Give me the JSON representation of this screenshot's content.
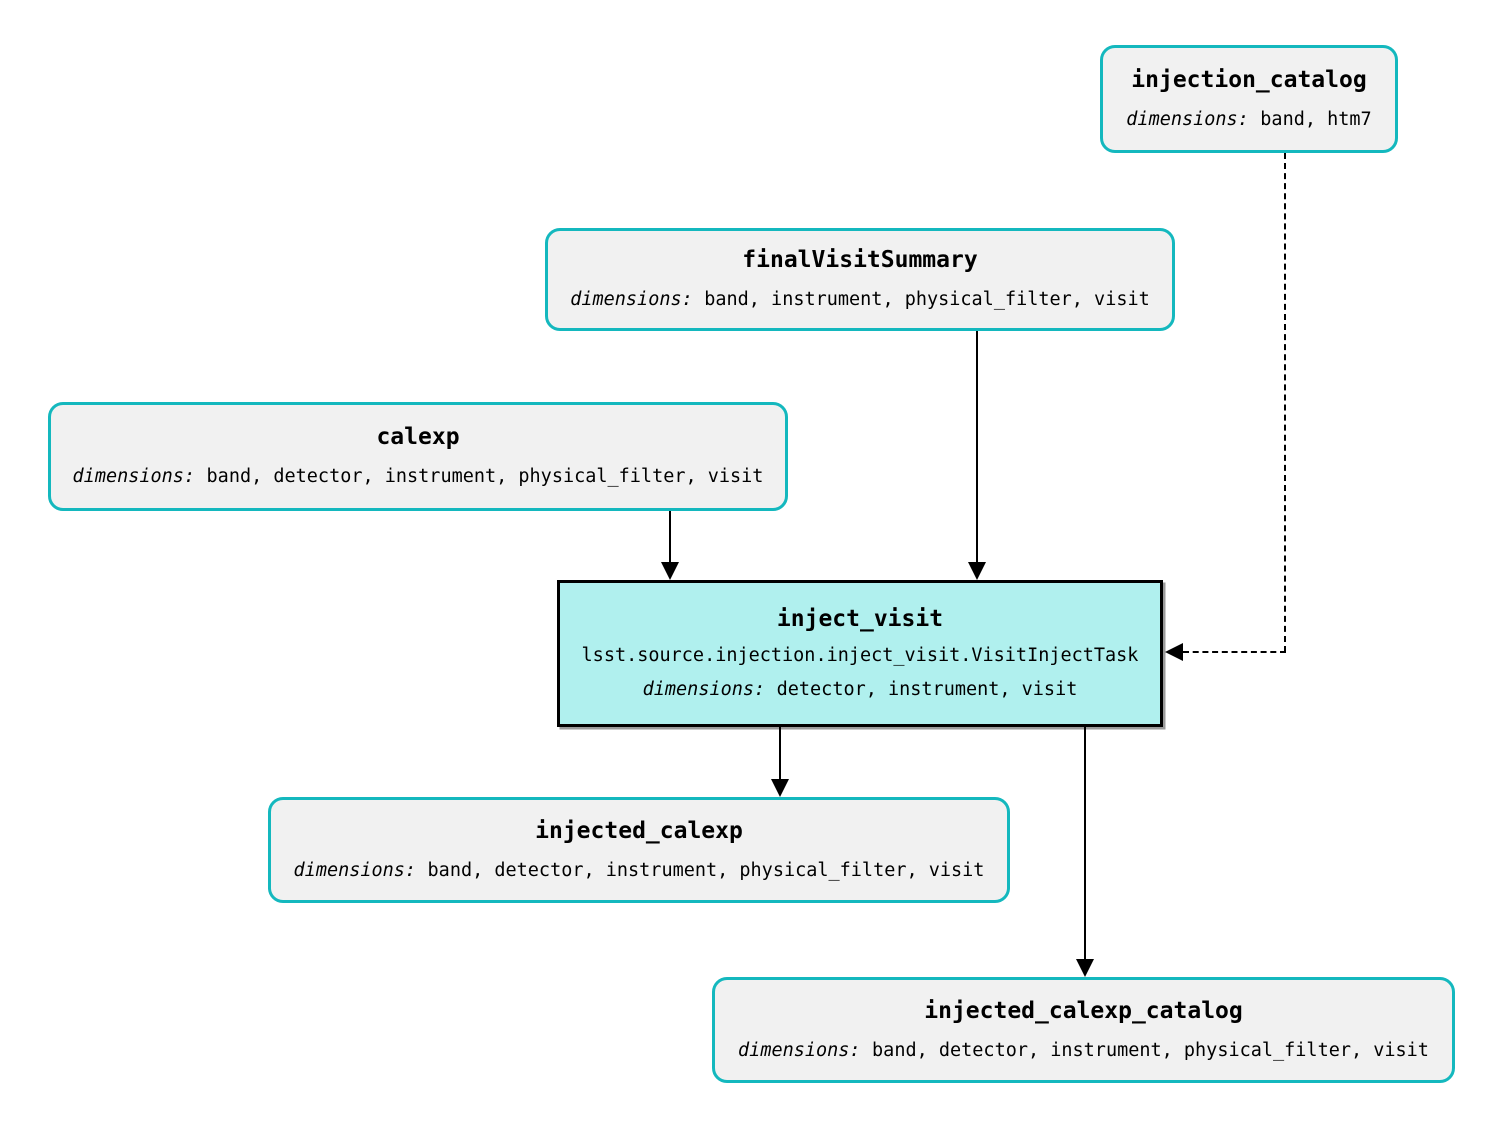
{
  "diagram": {
    "type": "pipeline-task-graph",
    "colors": {
      "background": "#ffffff",
      "dataset_border": "#14b8be",
      "dataset_fill": "#f1f1f1",
      "task_border": "#000000",
      "task_fill": "#b0f0ee",
      "edge": "#000000",
      "text": "#000000"
    },
    "nodes": [
      {
        "id": "injection_catalog",
        "kind": "dataset",
        "title": "injection_catalog",
        "dims_label": "dimensions:",
        "dims_text": "band, htm7"
      },
      {
        "id": "finalVisitSummary",
        "kind": "dataset",
        "title": "finalVisitSummary",
        "dims_label": "dimensions:",
        "dims_text": "band, instrument, physical_filter, visit"
      },
      {
        "id": "calexp",
        "kind": "dataset",
        "title": "calexp",
        "dims_label": "dimensions:",
        "dims_text": "band, detector, instrument, physical_filter, visit"
      },
      {
        "id": "inject_visit",
        "kind": "task",
        "title": "inject_visit",
        "task_class": "lsst.source.injection.inject_visit.VisitInjectTask",
        "dims_label": "dimensions:",
        "dims_text": "detector, instrument, visit"
      },
      {
        "id": "injected_calexp",
        "kind": "dataset",
        "title": "injected_calexp",
        "dims_label": "dimensions:",
        "dims_text": "band, detector, instrument, physical_filter, visit"
      },
      {
        "id": "injected_calexp_catalog",
        "kind": "dataset",
        "title": "injected_calexp_catalog",
        "dims_label": "dimensions:",
        "dims_text": "band, detector, instrument, physical_filter, visit"
      }
    ],
    "edges": [
      {
        "from": "calexp",
        "to": "inject_visit",
        "style": "solid"
      },
      {
        "from": "finalVisitSummary",
        "to": "inject_visit",
        "style": "solid"
      },
      {
        "from": "injection_catalog",
        "to": "inject_visit",
        "style": "dashed"
      },
      {
        "from": "inject_visit",
        "to": "injected_calexp",
        "style": "solid"
      },
      {
        "from": "inject_visit",
        "to": "injected_calexp_catalog",
        "style": "solid"
      }
    ]
  }
}
